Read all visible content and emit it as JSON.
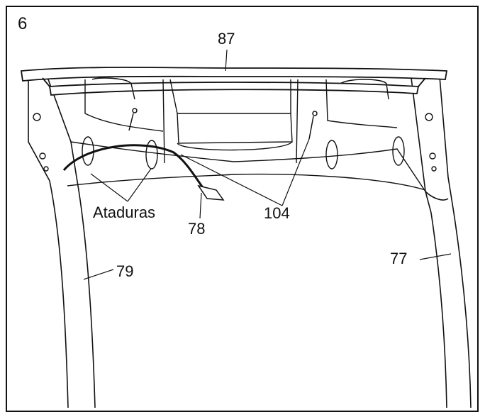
{
  "figure": {
    "step_number": "6",
    "labels": {
      "part_87": "87",
      "part_104": "104",
      "part_78": "78",
      "part_79": "79",
      "part_77": "77",
      "ties": "Ataduras"
    }
  }
}
